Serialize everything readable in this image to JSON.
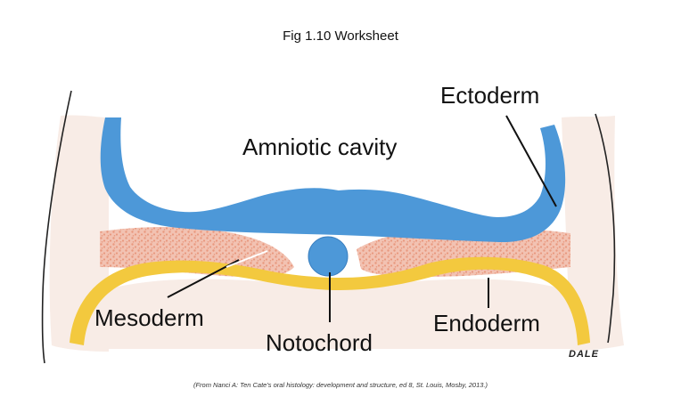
{
  "title": "Fig 1.10 Worksheet",
  "labels": {
    "amniotic_cavity": "Amniotic cavity",
    "ectoderm": "Ectoderm",
    "mesoderm": "Mesoderm",
    "notochord": "Notochord",
    "endoderm": "Endoderm"
  },
  "signature": "DALE",
  "caption": "(From Nanci A: Ten Cate's oral histology: development and structure, ed 8, St. Louis, Mosby, 2013.)",
  "colors": {
    "ectoderm": "#4d98d8",
    "mesoderm_fill": "#f2c2b2",
    "mesoderm_dots": "#e8987e",
    "endoderm": "#f3c93e",
    "background_tissue": "#f8ece6",
    "outline": "#111111"
  }
}
